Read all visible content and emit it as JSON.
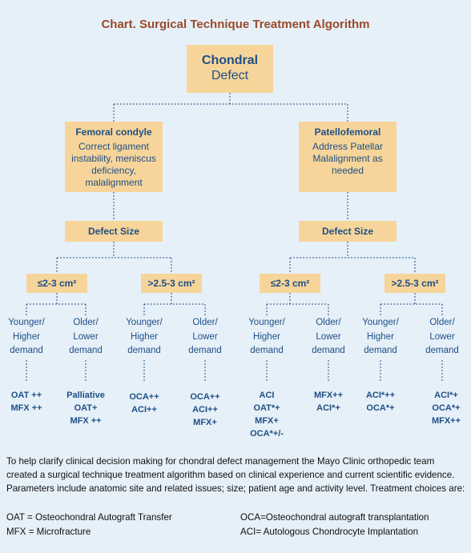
{
  "title": "Chart. Surgical Technique Treatment Algorithm",
  "root": {
    "line1": "Chondral",
    "line2": "Defect"
  },
  "branches": [
    {
      "heading": "Femoral condyle",
      "body": "Correct ligament instability, meniscus deficiency, malalignment",
      "defect_label": "Defect Size",
      "sizes": [
        {
          "label": "≤2-3 cm²",
          "groups": [
            {
              "patient": "Younger/ Higher demand",
              "treatments": [
                "OAT ++",
                "MFX ++"
              ]
            },
            {
              "patient": "Older/ Lower demand",
              "treatments": [
                "Palliative",
                "OAT+",
                "MFX ++"
              ]
            }
          ]
        },
        {
          "label": ">2.5-3 cm²",
          "groups": [
            {
              "patient": "Younger/ Higher demand",
              "treatments": [
                "OCA++",
                "ACI++"
              ]
            },
            {
              "patient": "Older/ Lower demand",
              "treatments": [
                "OCA++",
                "ACI++",
                "MFX+"
              ]
            }
          ]
        }
      ]
    },
    {
      "heading": "Patellofemoral",
      "body": "Address Patellar Malalignment as needed",
      "defect_label": "Defect Size",
      "sizes": [
        {
          "label": "≤2-3 cm²",
          "groups": [
            {
              "patient": "Younger/ Higher demand",
              "treatments": [
                "ACI",
                "OAT*+",
                "MFX+",
                "OCA*+/-"
              ]
            },
            {
              "patient": "Older/ Lower demand",
              "treatments": [
                "MFX++",
                "ACI*+"
              ]
            }
          ]
        },
        {
          "label": ">2.5-3 cm²",
          "groups": [
            {
              "patient": "Younger/ Higher demand",
              "treatments": [
                "ACI*++",
                "OCA*+"
              ]
            },
            {
              "patient": "Older/ Lower demand",
              "treatments": [
                "ACI*+",
                "OCA*+",
                "MFX++"
              ]
            }
          ]
        }
      ]
    }
  ],
  "description": "To help clarify clinical decision making for chondral defect management the Mayo Clinic orthopedic team created a surgical technique treatment algorithm based on clinical experience and current scientific evidence. Parameters include anatomic site and related issues; size; patient age and activity level. Treatment choices are:",
  "legend": [
    {
      "text": "OAT = Osteochondral Autograft Transfer"
    },
    {
      "text": "OCA=Osteochondral autograft transplantation"
    },
    {
      "text": "MFX = Microfracture"
    },
    {
      "text": "ACI= Autologous Chondrocyte Implantation"
    }
  ],
  "colors": {
    "background": "#e6f0f8",
    "box": "#f7d59a",
    "text": "#1e4f86",
    "title": "#9a4a2a"
  }
}
